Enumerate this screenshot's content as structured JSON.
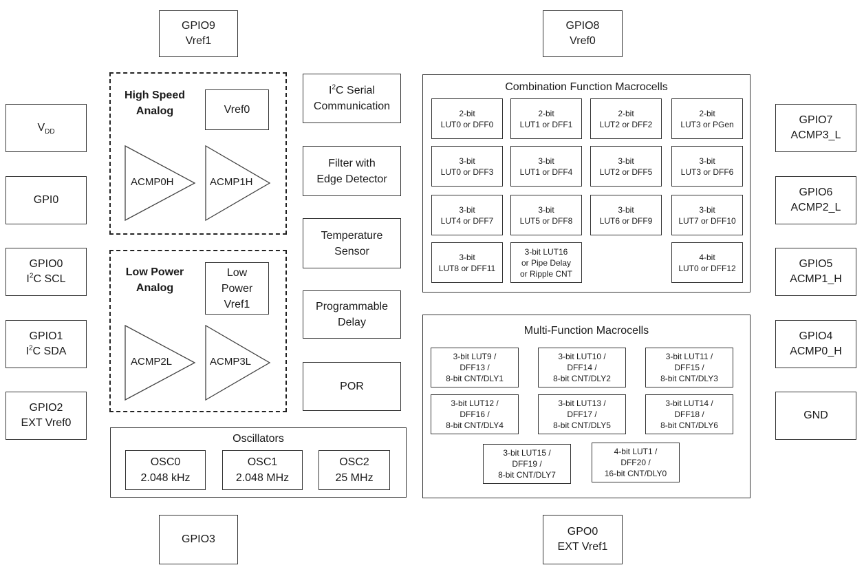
{
  "pins_top": {
    "gpio9": {
      "line1": "GPIO9",
      "line2": "Vref1"
    },
    "gpio8": {
      "line1": "GPIO8",
      "line2": "Vref0"
    }
  },
  "pins_left": {
    "vdd": {
      "main": "V",
      "sub": "DD"
    },
    "gpi0": {
      "line1": "GPI0"
    },
    "gpio0": {
      "line1": "GPIO0",
      "line2_pre": "I",
      "line2_sup": "2",
      "line2_post": "C SCL"
    },
    "gpio1": {
      "line1": "GPIO1",
      "line2_pre": "I",
      "line2_sup": "2",
      "line2_post": "C SDA"
    },
    "gpio2": {
      "line1": "GPIO2",
      "line2": "EXT Vref0"
    }
  },
  "pins_right": {
    "gpio7": {
      "line1": "GPIO7",
      "line2": "ACMP3_L"
    },
    "gpio6": {
      "line1": "GPIO6",
      "line2": "ACMP2_L"
    },
    "gpio5": {
      "line1": "GPIO5",
      "line2": "ACMP1_H"
    },
    "gpio4": {
      "line1": "GPIO4",
      "line2": "ACMP0_H"
    },
    "gnd": {
      "line1": "GND"
    }
  },
  "pins_bottom": {
    "gpio3": {
      "line1": "GPIO3"
    },
    "gpo0": {
      "line1": "GPO0",
      "line2": "EXT Vref1"
    }
  },
  "high_speed": {
    "title1": "High Speed",
    "title2": "Analog",
    "vref": "Vref0",
    "acmp_a": "ACMP0H",
    "acmp_b": "ACMP1H"
  },
  "low_power": {
    "title1": "Low Power",
    "title2": "Analog",
    "vref1": "Low",
    "vref2": "Power",
    "vref3": "Vref1",
    "acmp_a": "ACMP2L",
    "acmp_b": "ACMP3L"
  },
  "center_blocks": {
    "i2c": {
      "pre": "I",
      "sup": "2",
      "post": "C Serial",
      "line2": "Communication"
    },
    "filter": {
      "line1": "Filter with",
      "line2": "Edge Detector"
    },
    "temp": {
      "line1": "Temperature",
      "line2": "Sensor"
    },
    "pdly": {
      "line1": "Programmable",
      "line2": "Delay"
    },
    "por": {
      "line1": "POR"
    }
  },
  "oscillators": {
    "title": "Oscillators",
    "osc0": {
      "line1": "OSC0",
      "line2": "2.048 kHz"
    },
    "osc1": {
      "line1": "OSC1",
      "line2": "2.048 MHz"
    },
    "osc2": {
      "line1": "OSC2",
      "line2": "25 MHz"
    }
  },
  "combination": {
    "title": "Combination Function Macrocells",
    "cells": [
      [
        "2-bit",
        "LUT0 or DFF0"
      ],
      [
        "2-bit",
        "LUT1 or DFF1"
      ],
      [
        "2-bit",
        "LUT2 or DFF2"
      ],
      [
        "2-bit",
        "LUT3 or PGen"
      ],
      [
        "3-bit",
        "LUT0 or DFF3"
      ],
      [
        "3-bit",
        "LUT1 or DFF4"
      ],
      [
        "3-bit",
        "LUT2 or DFF5"
      ],
      [
        "3-bit",
        "LUT3 or DFF6"
      ],
      [
        "3-bit",
        "LUT4 or DFF7"
      ],
      [
        "3-bit",
        "LUT5 or DFF8"
      ],
      [
        "3-bit",
        "LUT6 or DFF9"
      ],
      [
        "3-bit",
        "LUT7 or DFF10"
      ],
      [
        "3-bit",
        "LUT8 or DFF11"
      ],
      [
        "3-bit LUT16",
        "or Pipe Delay",
        "or Ripple CNT"
      ],
      [
        "4-bit",
        "LUT0 or DFF12"
      ]
    ]
  },
  "multifunction": {
    "title": "Multi-Function Macrocells",
    "cells": [
      [
        "3-bit LUT9 /",
        "DFF13 /",
        "8-bit CNT/DLY1"
      ],
      [
        "3-bit LUT10 /",
        "DFF14 /",
        "8-bit CNT/DLY2"
      ],
      [
        "3-bit LUT11 /",
        "DFF15 /",
        "8-bit CNT/DLY3"
      ],
      [
        "3-bit LUT12 /",
        "DFF16 /",
        "8-bit CNT/DLY4"
      ],
      [
        "3-bit LUT13 /",
        "DFF17 /",
        "8-bit CNT/DLY5"
      ],
      [
        "3-bit LUT14 /",
        "DFF18 /",
        "8-bit CNT/DLY6"
      ],
      [
        "3-bit LUT15 /",
        "DFF19 /",
        "8-bit CNT/DLY7"
      ],
      [
        "4-bit LUT1 /",
        "DFF20 /",
        "16-bit CNT/DLY0"
      ]
    ]
  }
}
